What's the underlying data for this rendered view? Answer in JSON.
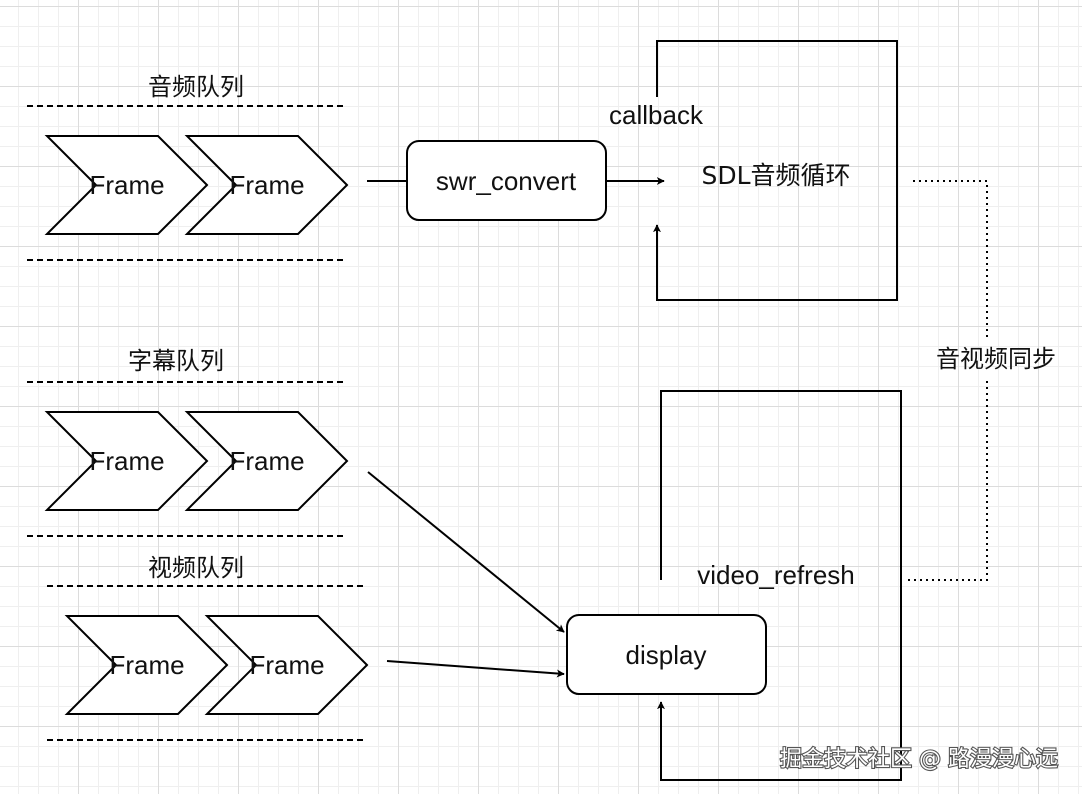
{
  "queues": {
    "audio": {
      "title": "音频队列",
      "frames": [
        "Frame",
        "Frame"
      ]
    },
    "subtitle": {
      "title": "字幕队列",
      "frames": [
        "Frame",
        "Frame"
      ]
    },
    "video": {
      "title": "视频队列",
      "frames": [
        "Frame",
        "Frame"
      ]
    }
  },
  "nodes": {
    "swr_convert": "swr_convert",
    "sdl_loop": "SDL音频循环",
    "callback": "callback",
    "display": "display",
    "video_refresh": "video_refresh"
  },
  "sync_label": "音视频同步",
  "watermark": "掘金技术社区 @ 路漫漫心远"
}
